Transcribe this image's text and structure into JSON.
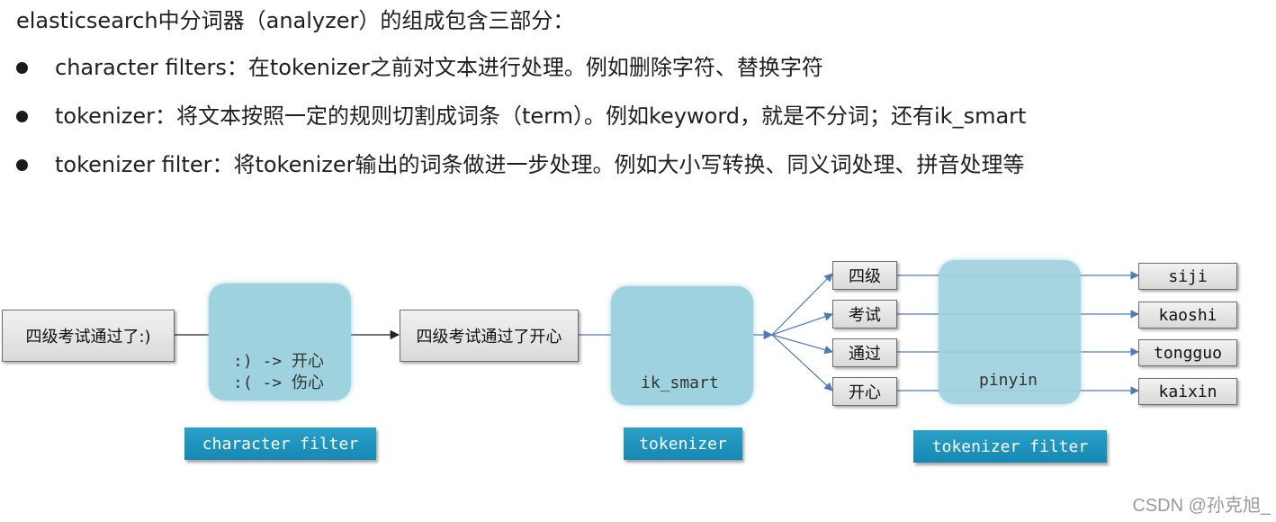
{
  "heading": "elasticsearch中分词器（analyzer）的组成包含三部分：",
  "bullets": [
    "character filters：在tokenizer之前对文本进行处理。例如删除字符、替换字符",
    "tokenizer：将文本按照一定的规则切割成词条（term）。例如keyword，就是不分词；还有ik_smart",
    "tokenizer filter：将tokenizer输出的词条做进一步处理。例如大小写转换、同义词处理、拼音处理等"
  ],
  "diagram": {
    "input_text": "四级考试通过了:)",
    "char_filter_rules": [
      ":) -> 开心",
      ":( -> 伤心"
    ],
    "char_filter_label": "character filter",
    "filtered_text": "四级考试通过了开心",
    "tokenizer_name": "ik_smart",
    "tokenizer_label": "tokenizer",
    "tokens": [
      "四级",
      "考试",
      "通过",
      "开心"
    ],
    "token_filter_name": "pinyin",
    "token_filter_label": "tokenizer filter",
    "outputs": [
      "siji",
      "kaoshi",
      "tongguo",
      "kaixin"
    ]
  },
  "watermark": "CSDN @孙克旭_",
  "colors": {
    "filter_box": "#9fd2df",
    "label_bg": "#1e95c0",
    "arrow_blue": "#4f79b8",
    "arrow_black": "#222222"
  }
}
